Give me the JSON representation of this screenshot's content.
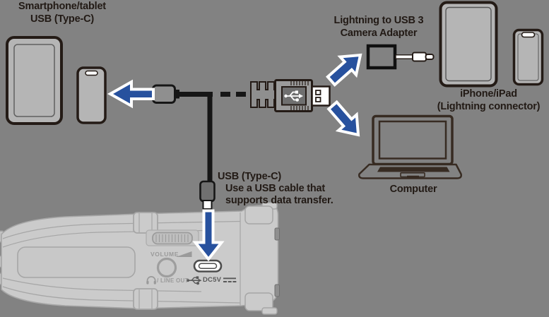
{
  "colors": {
    "background": "#828282",
    "accent_blue": "#27519E"
  },
  "labels": {
    "smartphone_tablet": "Smartphone/tablet\nUSB (Type-C)",
    "lightning_adapter": "Lightning to USB 3\nCamera Adapter",
    "iphone_ipad": "iPhone/iPad\n(Lightning connector)",
    "computer": "Computer",
    "usb_note_title": "USB (Type-C)",
    "usb_note_body": "Use a USB cable that\nsupports data transfer."
  },
  "device": {
    "volume": "VOLUME",
    "line_out": "/ LINE OUT",
    "power": "DC5V"
  }
}
